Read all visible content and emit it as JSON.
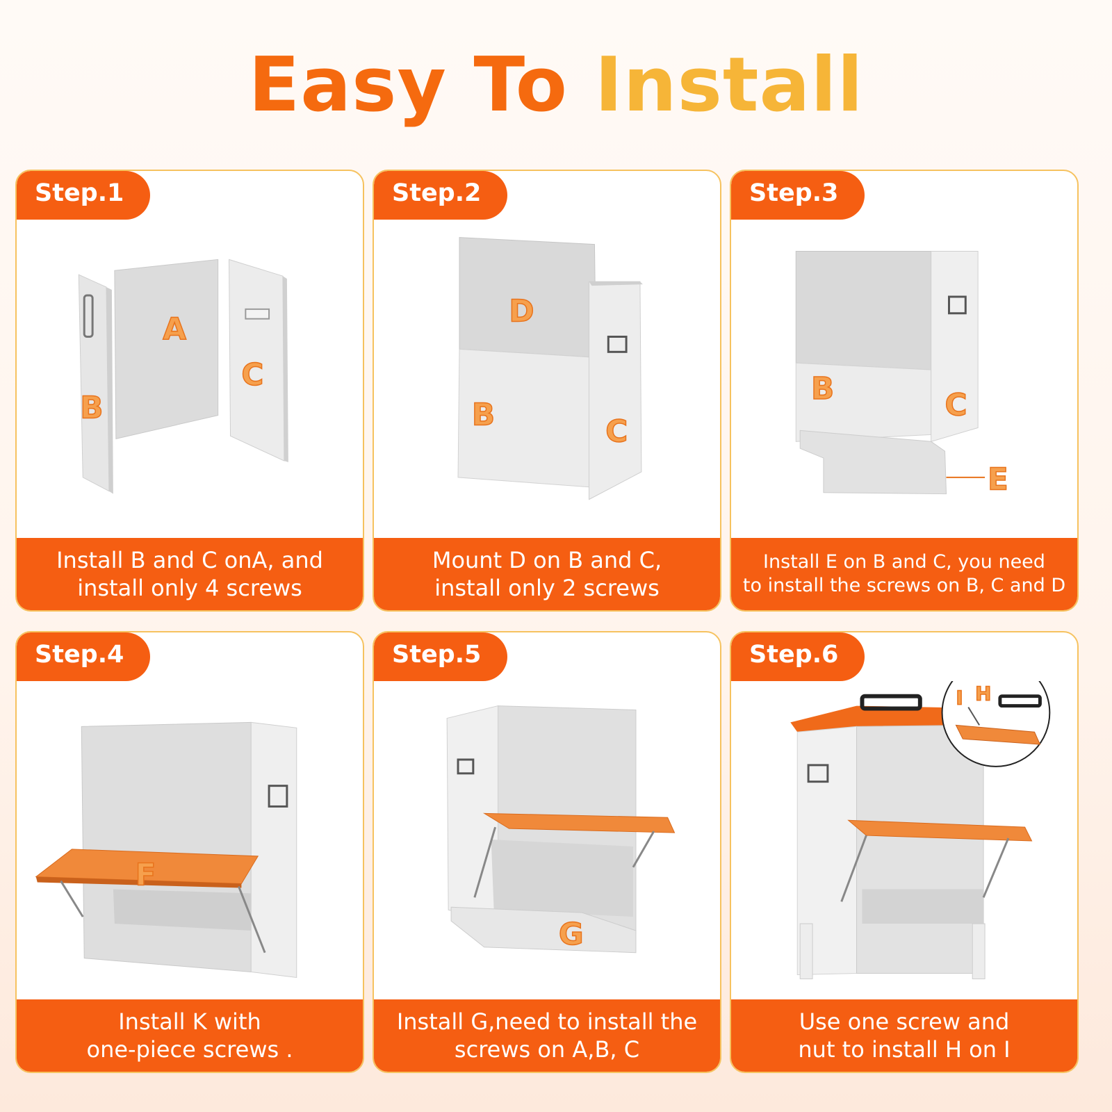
{
  "title": {
    "part1": "Easy To",
    "part2": "Install"
  },
  "steps": [
    {
      "label": "Step.1",
      "caption_line1": "Install B and C onA, and",
      "caption_line2": "install only 4 screws",
      "parts": [
        "A",
        "B",
        "C"
      ]
    },
    {
      "label": "Step.2",
      "caption_line1": "Mount D on B and C,",
      "caption_line2": "install only 2 screws",
      "parts": [
        "D",
        "B",
        "C"
      ]
    },
    {
      "label": "Step.3",
      "caption_line1": "Install E on B and C, you need",
      "caption_line2": "to install the screws on B, C and D",
      "parts": [
        "B",
        "C",
        "E"
      ]
    },
    {
      "label": "Step.4",
      "caption_line1": "Install K with",
      "caption_line2": "one-piece screws .",
      "parts": [
        "F"
      ]
    },
    {
      "label": "Step.5",
      "caption_line1": "Install G,need to install the",
      "caption_line2": "screws on A,B,   C",
      "parts": [
        "G"
      ]
    },
    {
      "label": "Step.6",
      "caption_line1": "Use one screw and",
      "caption_line2": "nut to install H on I",
      "parts": [
        "I",
        "H"
      ]
    }
  ],
  "colors": {
    "accent": "#f55e12",
    "accent_light": "#f6b538",
    "border": "#f6c25f",
    "panel": "#e3e3e3"
  }
}
